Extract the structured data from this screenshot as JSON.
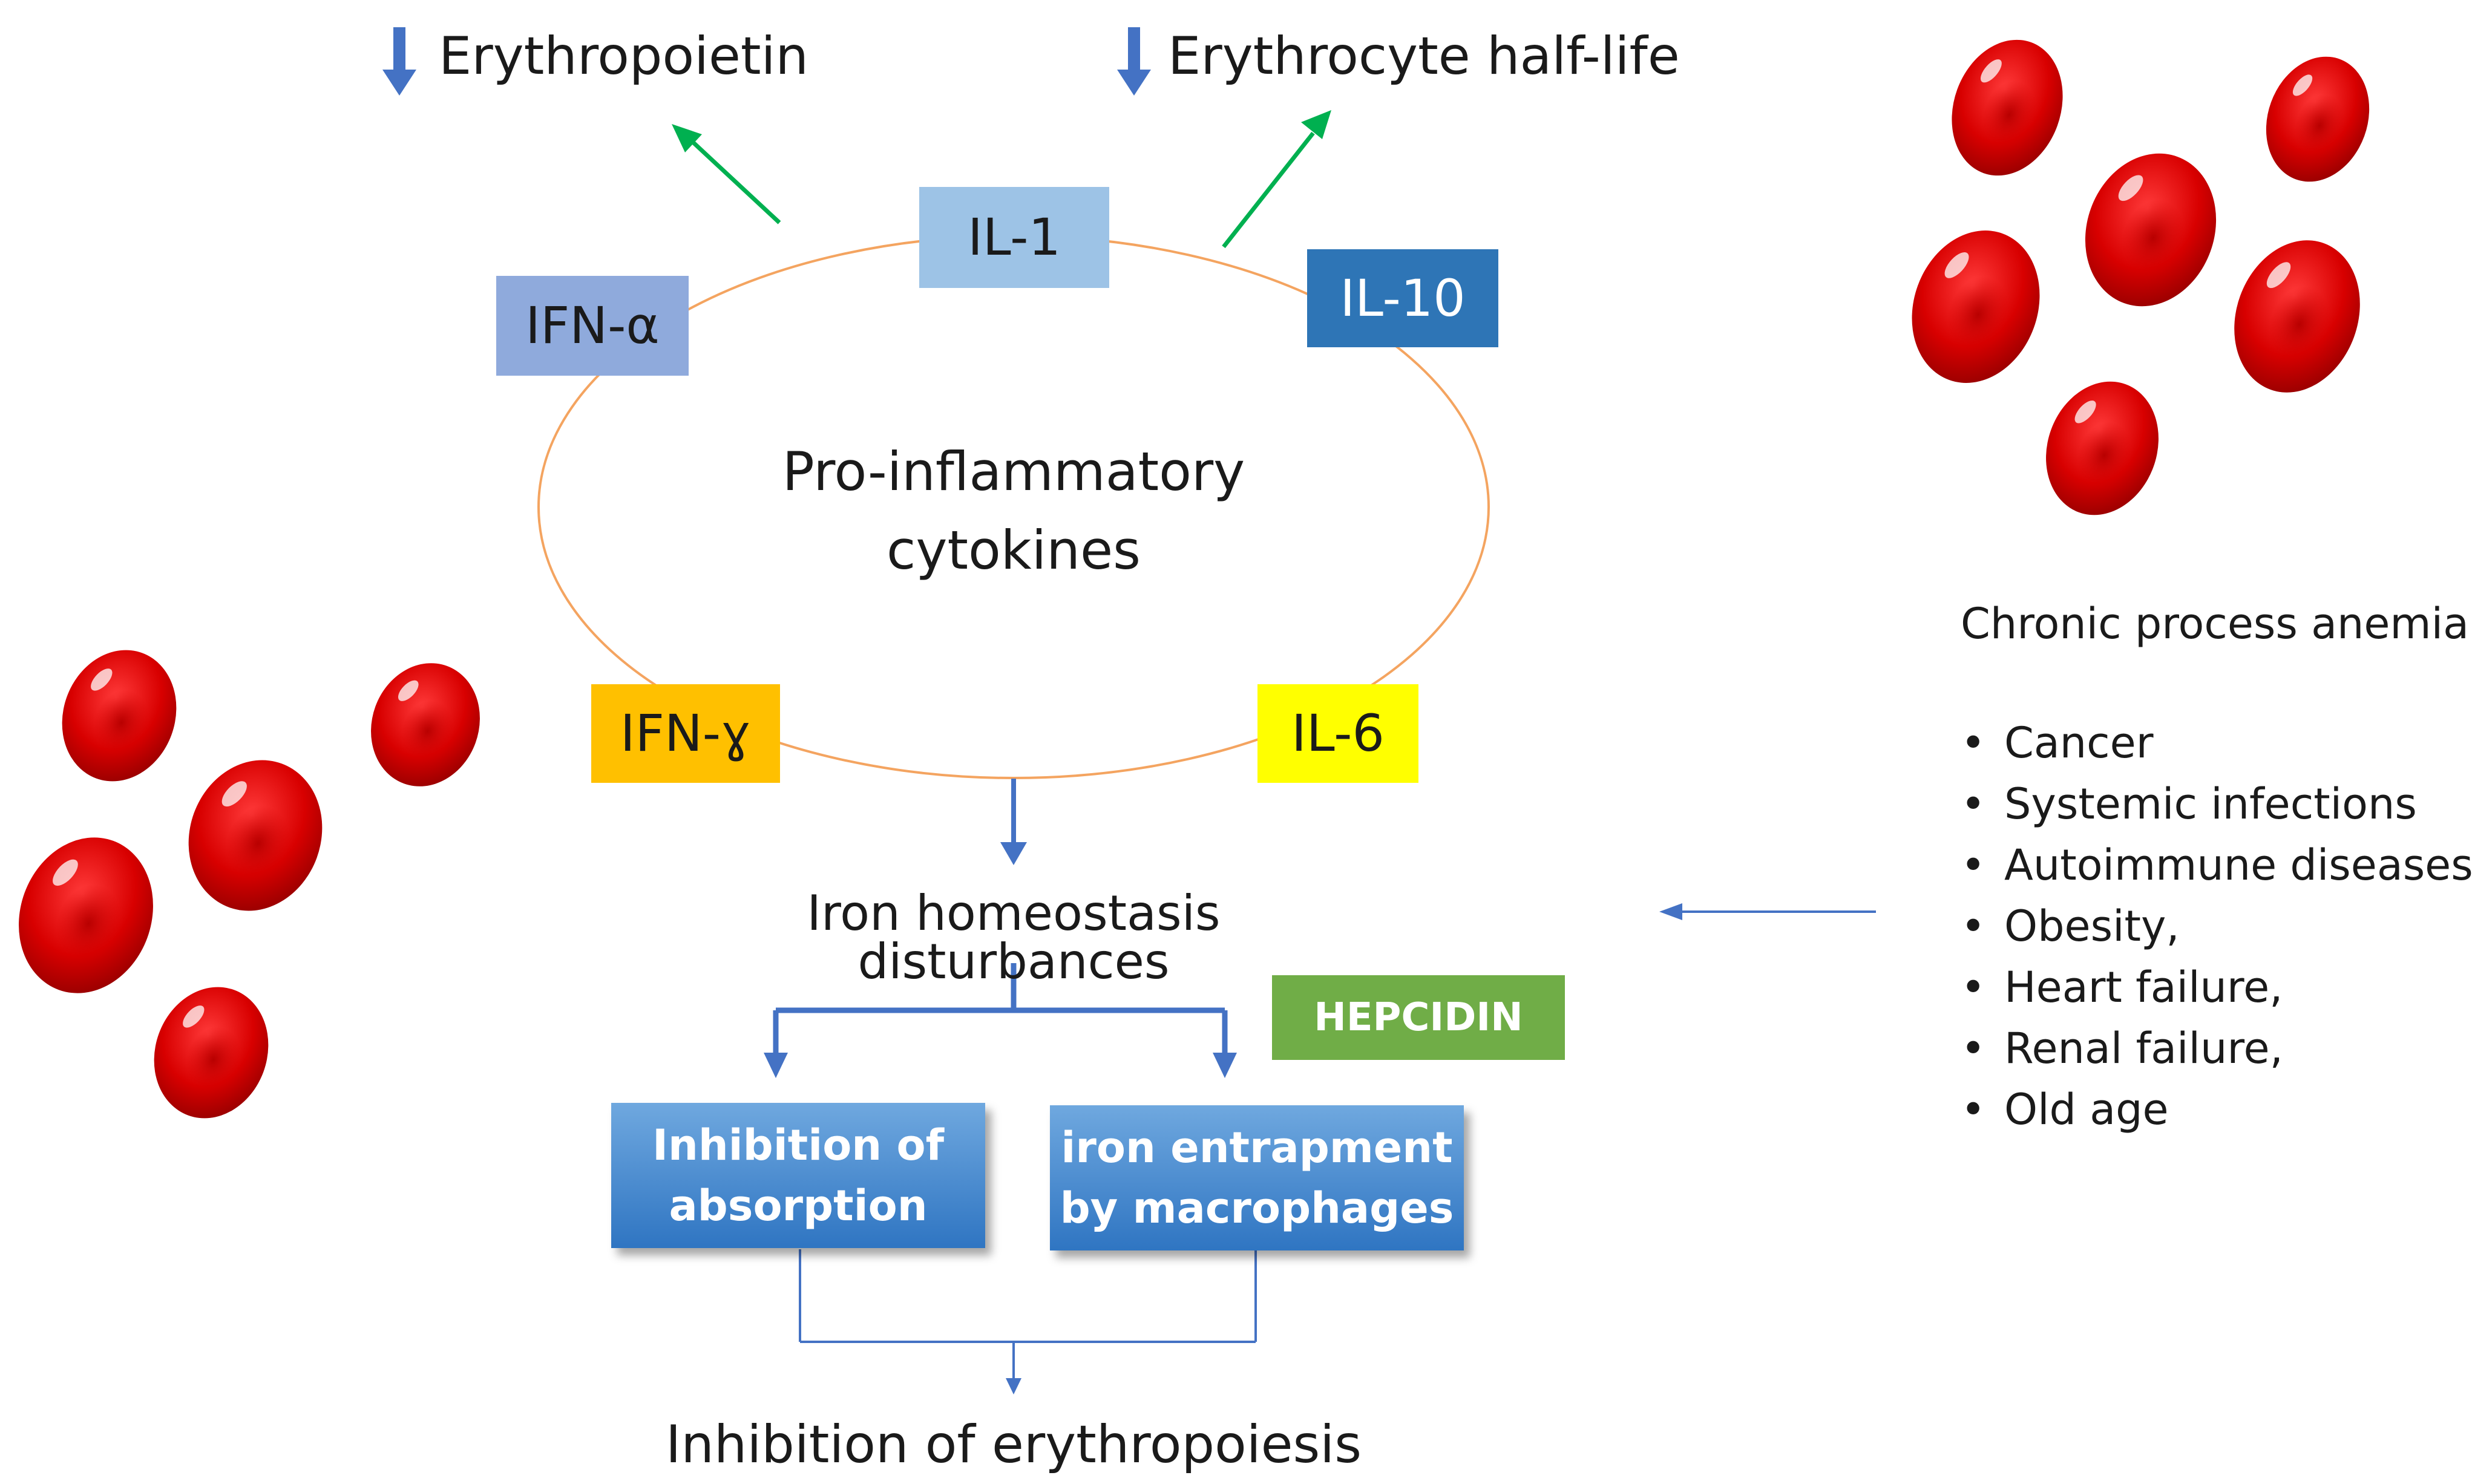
{
  "effects": {
    "epo_label": "Erythropoietin",
    "rbc_life_label": "Erythrocyte half-life"
  },
  "cytokines": {
    "il1": "IL-1",
    "il10": "IL-10",
    "ifn_alpha": "IFN-α",
    "ifn_gamma": "IFN-ɣ",
    "il6": "IL-6",
    "center_line1": "Pro-inflammatory",
    "center_line2": "cytokines"
  },
  "flow": {
    "iron_disturbances": "Iron homeostasis disturbances",
    "hepcidin": "HEPCIDIN",
    "inhibition_absorption_line1": "Inhibition of",
    "inhibition_absorption_line2": "absorption",
    "iron_entrapment_line1": "iron entrapment",
    "iron_entrapment_line2": "by macrophages",
    "result": "Inhibition of erythropoiesis"
  },
  "conditions": {
    "title": "Chronic process anemia",
    "bullet": "•",
    "items": [
      "Cancer",
      "Systemic infections",
      "Autoimmune diseases",
      "Obesity,",
      "Heart failure,",
      "Renal failure,",
      "Old age"
    ]
  },
  "colors": {
    "blue_arrow": "#4472c4",
    "green_arrow": "#00b050",
    "ring": "#f4a460",
    "il1": "#9dc3e6",
    "il10": "#2e75b6",
    "ifn_alpha": "#8faadc",
    "ifn_gamma": "#ffc000",
    "il6": "#ffff00",
    "hepcidin": "#70ad47",
    "rbc": "#d80000"
  },
  "icons": [
    "down-arrow-icon",
    "red-blood-cell-icon"
  ]
}
